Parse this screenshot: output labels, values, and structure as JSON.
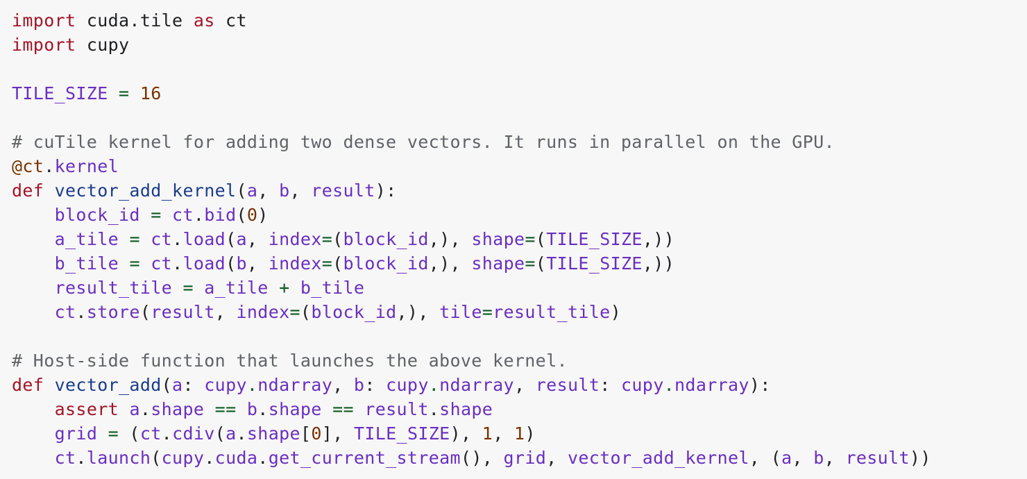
{
  "code_view": {
    "language": "python",
    "background": "#f7f7f7",
    "colors": {
      "keyword": "#a31528",
      "function": "#1a3c8c",
      "identifier": "#6a2fc0",
      "operator": "#0d5a20",
      "number": "#7a3200",
      "comment": "#5f6368",
      "plain": "#202124"
    },
    "lines": [
      [
        [
          "kw",
          "import"
        ],
        [
          "p",
          " cuda.tile "
        ],
        [
          "kw",
          "as"
        ],
        [
          "p",
          " ct"
        ]
      ],
      [
        [
          "kw",
          "import"
        ],
        [
          "p",
          " cupy"
        ]
      ],
      [],
      [
        [
          "v",
          "TILE_SIZE"
        ],
        [
          "p",
          " "
        ],
        [
          "op",
          "="
        ],
        [
          "p",
          " "
        ],
        [
          "num",
          "16"
        ]
      ],
      [],
      [
        [
          "cm",
          "# cuTile kernel for adding two dense vectors. It runs in parallel on the GPU."
        ]
      ],
      [
        [
          "dec",
          "@ct"
        ],
        [
          "p",
          "."
        ],
        [
          "v",
          "kernel"
        ]
      ],
      [
        [
          "kw",
          "def"
        ],
        [
          "p",
          " "
        ],
        [
          "fn",
          "vector_add_kernel"
        ],
        [
          "p",
          "("
        ],
        [
          "v",
          "a"
        ],
        [
          "p",
          ", "
        ],
        [
          "v",
          "b"
        ],
        [
          "p",
          ", "
        ],
        [
          "v",
          "result"
        ],
        [
          "p",
          "):"
        ]
      ],
      [
        [
          "p",
          "    "
        ],
        [
          "v",
          "block_id"
        ],
        [
          "p",
          " "
        ],
        [
          "op",
          "="
        ],
        [
          "p",
          " "
        ],
        [
          "v",
          "ct"
        ],
        [
          "p",
          "."
        ],
        [
          "v",
          "bid"
        ],
        [
          "p",
          "("
        ],
        [
          "num",
          "0"
        ],
        [
          "p",
          ")"
        ]
      ],
      [
        [
          "p",
          "    "
        ],
        [
          "v",
          "a_tile"
        ],
        [
          "p",
          " "
        ],
        [
          "op",
          "="
        ],
        [
          "p",
          " "
        ],
        [
          "v",
          "ct"
        ],
        [
          "p",
          "."
        ],
        [
          "v",
          "load"
        ],
        [
          "p",
          "("
        ],
        [
          "v",
          "a"
        ],
        [
          "p",
          ", "
        ],
        [
          "v",
          "index"
        ],
        [
          "op",
          "="
        ],
        [
          "p",
          "("
        ],
        [
          "v",
          "block_id"
        ],
        [
          "p",
          ",), "
        ],
        [
          "v",
          "shape"
        ],
        [
          "op",
          "="
        ],
        [
          "p",
          "("
        ],
        [
          "v",
          "TILE_SIZE"
        ],
        [
          "p",
          ",))"
        ]
      ],
      [
        [
          "p",
          "    "
        ],
        [
          "v",
          "b_tile"
        ],
        [
          "p",
          " "
        ],
        [
          "op",
          "="
        ],
        [
          "p",
          " "
        ],
        [
          "v",
          "ct"
        ],
        [
          "p",
          "."
        ],
        [
          "v",
          "load"
        ],
        [
          "p",
          "("
        ],
        [
          "v",
          "b"
        ],
        [
          "p",
          ", "
        ],
        [
          "v",
          "index"
        ],
        [
          "op",
          "="
        ],
        [
          "p",
          "("
        ],
        [
          "v",
          "block_id"
        ],
        [
          "p",
          ",), "
        ],
        [
          "v",
          "shape"
        ],
        [
          "op",
          "="
        ],
        [
          "p",
          "("
        ],
        [
          "v",
          "TILE_SIZE"
        ],
        [
          "p",
          ",))"
        ]
      ],
      [
        [
          "p",
          "    "
        ],
        [
          "v",
          "result_tile"
        ],
        [
          "p",
          " "
        ],
        [
          "op",
          "="
        ],
        [
          "p",
          " "
        ],
        [
          "v",
          "a_tile"
        ],
        [
          "p",
          " "
        ],
        [
          "op",
          "+"
        ],
        [
          "p",
          " "
        ],
        [
          "v",
          "b_tile"
        ]
      ],
      [
        [
          "p",
          "    "
        ],
        [
          "v",
          "ct"
        ],
        [
          "p",
          "."
        ],
        [
          "v",
          "store"
        ],
        [
          "p",
          "("
        ],
        [
          "v",
          "result"
        ],
        [
          "p",
          ", "
        ],
        [
          "v",
          "index"
        ],
        [
          "op",
          "="
        ],
        [
          "p",
          "("
        ],
        [
          "v",
          "block_id"
        ],
        [
          "p",
          ",), "
        ],
        [
          "v",
          "tile"
        ],
        [
          "op",
          "="
        ],
        [
          "v",
          "result_tile"
        ],
        [
          "p",
          ")"
        ]
      ],
      [],
      [
        [
          "cm",
          "# Host-side function that launches the above kernel."
        ]
      ],
      [
        [
          "kw",
          "def"
        ],
        [
          "p",
          " "
        ],
        [
          "fn",
          "vector_add"
        ],
        [
          "p",
          "("
        ],
        [
          "v",
          "a"
        ],
        [
          "p",
          ": "
        ],
        [
          "v",
          "cupy"
        ],
        [
          "op",
          "."
        ],
        [
          "v",
          "ndarray"
        ],
        [
          "p",
          ", "
        ],
        [
          "v",
          "b"
        ],
        [
          "p",
          ": "
        ],
        [
          "v",
          "cupy"
        ],
        [
          "op",
          "."
        ],
        [
          "v",
          "ndarray"
        ],
        [
          "p",
          ", "
        ],
        [
          "v",
          "result"
        ],
        [
          "p",
          ": "
        ],
        [
          "v",
          "cupy"
        ],
        [
          "op",
          "."
        ],
        [
          "v",
          "ndarray"
        ],
        [
          "p",
          "):"
        ]
      ],
      [
        [
          "p",
          "    "
        ],
        [
          "kw",
          "assert"
        ],
        [
          "p",
          " "
        ],
        [
          "v",
          "a"
        ],
        [
          "p",
          "."
        ],
        [
          "v",
          "shape"
        ],
        [
          "p",
          " "
        ],
        [
          "op",
          "=="
        ],
        [
          "p",
          " "
        ],
        [
          "v",
          "b"
        ],
        [
          "p",
          "."
        ],
        [
          "v",
          "shape"
        ],
        [
          "p",
          " "
        ],
        [
          "op",
          "=="
        ],
        [
          "p",
          " "
        ],
        [
          "v",
          "result"
        ],
        [
          "p",
          "."
        ],
        [
          "v",
          "shape"
        ]
      ],
      [
        [
          "p",
          "    "
        ],
        [
          "v",
          "grid"
        ],
        [
          "p",
          " "
        ],
        [
          "op",
          "="
        ],
        [
          "p",
          " ("
        ],
        [
          "v",
          "ct"
        ],
        [
          "p",
          "."
        ],
        [
          "v",
          "cdiv"
        ],
        [
          "p",
          "("
        ],
        [
          "v",
          "a"
        ],
        [
          "p",
          "."
        ],
        [
          "v",
          "shape"
        ],
        [
          "p",
          "["
        ],
        [
          "num",
          "0"
        ],
        [
          "p",
          "], "
        ],
        [
          "v",
          "TILE_SIZE"
        ],
        [
          "p",
          "), "
        ],
        [
          "num",
          "1"
        ],
        [
          "p",
          ", "
        ],
        [
          "num",
          "1"
        ],
        [
          "p",
          ")"
        ]
      ],
      [
        [
          "p",
          "    "
        ],
        [
          "v",
          "ct"
        ],
        [
          "p",
          "."
        ],
        [
          "v",
          "launch"
        ],
        [
          "p",
          "("
        ],
        [
          "v",
          "cupy"
        ],
        [
          "p",
          "."
        ],
        [
          "v",
          "cuda"
        ],
        [
          "p",
          "."
        ],
        [
          "v",
          "get_current_stream"
        ],
        [
          "p",
          "(), "
        ],
        [
          "v",
          "grid"
        ],
        [
          "p",
          ", "
        ],
        [
          "v",
          "vector_add_kernel"
        ],
        [
          "p",
          ", ("
        ],
        [
          "v",
          "a"
        ],
        [
          "p",
          ", "
        ],
        [
          "v",
          "b"
        ],
        [
          "p",
          ", "
        ],
        [
          "v",
          "result"
        ],
        [
          "p",
          "))"
        ]
      ]
    ]
  }
}
